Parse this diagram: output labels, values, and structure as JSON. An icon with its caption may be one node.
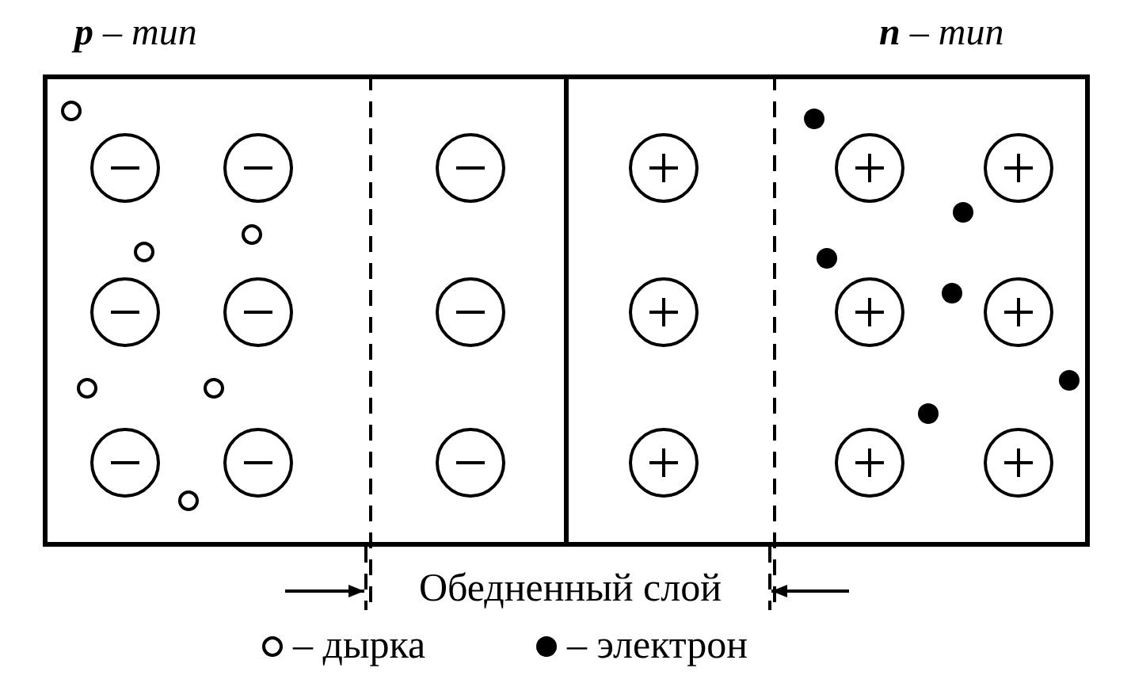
{
  "diagram": {
    "nodes": [
      {
        "text": [
          "**p** – тип"
        ]
      },
      {
        "text": [
          "**n** – тип"
        ]
      }
    ],
    "labels": [
      "Обедненный слой"
    ],
    "legend": [
      {
        "text": "– дырка"
      },
      {
        "text": "– электрон"
      }
    ]
  }
}
